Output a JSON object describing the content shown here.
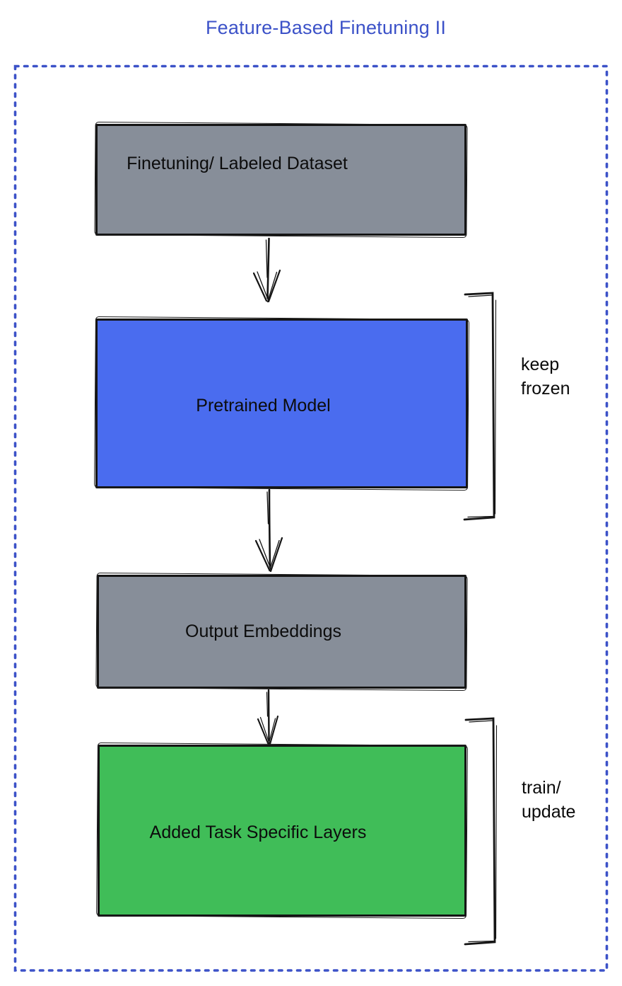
{
  "title": "Feature-Based Finetuning II",
  "colors": {
    "accent_blue": "#3C52C8",
    "node_gray": "#878E99",
    "node_blue": "#4A6CEF",
    "node_green": "#40BD58",
    "ink": "#141414"
  },
  "nodes": [
    {
      "id": "finetuning-dataset",
      "label": "Finetuning/ Labeled Dataset",
      "fill": "gray"
    },
    {
      "id": "pretrained-model",
      "label": "Pretrained Model",
      "fill": "blue"
    },
    {
      "id": "output-embeddings",
      "label": "Output Embeddings",
      "fill": "gray"
    },
    {
      "id": "added-task-specific-layers",
      "label": "Added Task Specific Layers",
      "fill": "green"
    }
  ],
  "edges": [
    {
      "from": "finetuning-dataset",
      "to": "pretrained-model"
    },
    {
      "from": "pretrained-model",
      "to": "output-embeddings"
    },
    {
      "from": "output-embeddings",
      "to": "added-task-specific-layers"
    }
  ],
  "annotations": [
    {
      "target": "pretrained-model",
      "lines": [
        "keep",
        "frozen"
      ]
    },
    {
      "target": "added-task-specific-layers",
      "lines": [
        "train/",
        "update"
      ]
    }
  ]
}
